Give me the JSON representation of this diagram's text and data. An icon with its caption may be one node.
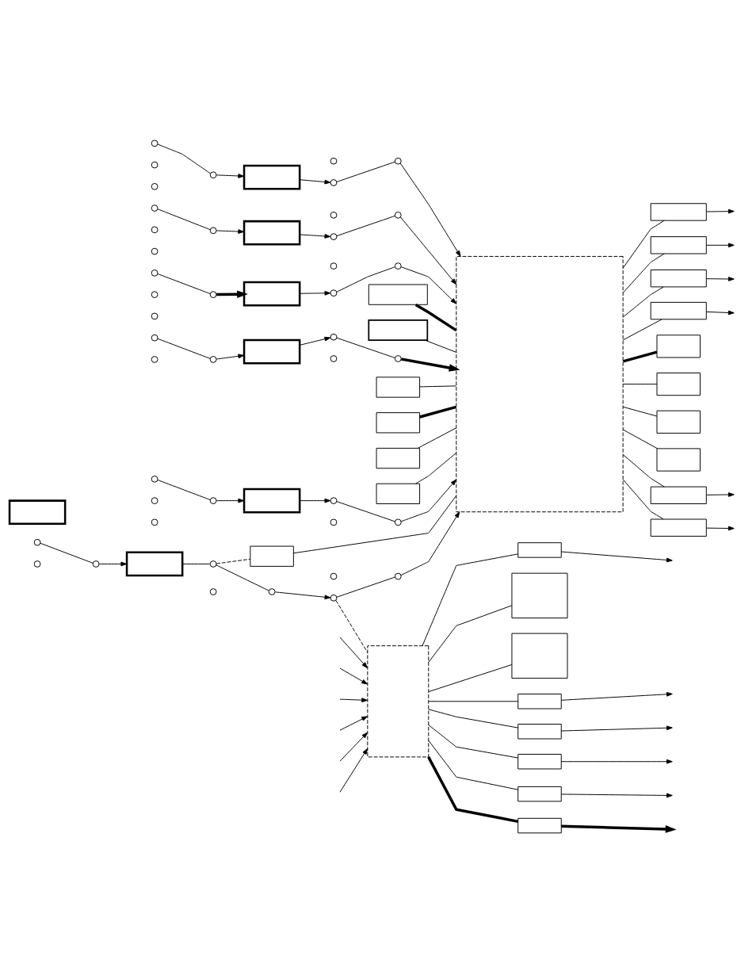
{
  "diagram": {
    "nodes": [
      {
        "text": [],
        "shape": "circle"
      },
      {
        "text": [],
        "shape": "circle"
      },
      {
        "text": [],
        "shape": "circle"
      },
      {
        "text": [],
        "shape": "box"
      },
      {
        "text": [],
        "shape": "box"
      },
      {
        "text": [],
        "shape": "box"
      },
      {
        "text": [],
        "shape": "circle"
      },
      {
        "text": [],
        "shape": "circle"
      },
      {
        "text": [],
        "shape": "circle"
      },
      {
        "text": [],
        "shape": "box"
      },
      {
        "text": [],
        "shape": "box"
      },
      {
        "text": [],
        "shape": "box"
      },
      {
        "text": [],
        "shape": "box"
      },
      {
        "text": [],
        "shape": "box"
      },
      {
        "text": [],
        "shape": "box"
      },
      {
        "text": [],
        "shape": "circle"
      },
      {
        "text": [],
        "shape": "circle"
      },
      {
        "text": [],
        "shape": "circle"
      },
      {
        "text": [],
        "shape": "box"
      },
      {
        "text": [],
        "shape": "circle"
      },
      {
        "text": [],
        "shape": "circle"
      },
      {
        "text": [],
        "shape": "circle"
      },
      {
        "text": [],
        "shape": "box"
      },
      {
        "text": [],
        "shape": "circle"
      },
      {
        "text": [],
        "shape": "circle"
      },
      {
        "text": [],
        "shape": "circle"
      },
      {
        "text": [],
        "shape": "box"
      },
      {
        "text": [],
        "shape": "box"
      },
      {
        "text": [],
        "shape": "circle"
      },
      {
        "text": [],
        "shape": "circle"
      },
      {
        "text": [],
        "shape": "circle"
      },
      {
        "text": [],
        "shape": "circle"
      },
      {
        "text": [],
        "shape": "box"
      },
      {
        "text": [],
        "shape": "circle"
      },
      {
        "text": [],
        "shape": "circle"
      },
      {
        "text": [],
        "shape": "circle"
      },
      {
        "text": [],
        "shape": "box"
      },
      {
        "text": [],
        "shape": "box"
      },
      {
        "text": [],
        "shape": "circle"
      },
      {
        "text": [],
        "shape": "circle"
      },
      {
        "text": [],
        "shape": "circle"
      },
      {
        "text": [],
        "shape": "circle"
      },
      {
        "text": [],
        "shape": "box"
      },
      {
        "text": [],
        "shape": "circle"
      },
      {
        "text": [],
        "shape": "circle"
      },
      {
        "text": [],
        "shape": "circle"
      },
      {
        "text": [],
        "shape": "box"
      },
      {
        "text": [],
        "shape": "box"
      },
      {
        "text": [],
        "shape": "circle"
      },
      {
        "text": [],
        "shape": "circle"
      },
      {
        "text": [],
        "shape": "circle"
      },
      {
        "text": [],
        "shape": "circle"
      },
      {
        "text": [],
        "shape": "box"
      },
      {
        "text": [],
        "shape": "circle"
      },
      {
        "text": [],
        "shape": "circle"
      },
      {
        "text": [],
        "shape": "circle"
      },
      {
        "text": [],
        "shape": "circle"
      },
      {
        "text": [],
        "shape": "circle"
      },
      {
        "text": [],
        "shape": "circle"
      },
      {
        "text": [],
        "shape": "circle"
      },
      {
        "text": [],
        "shape": "box"
      },
      {
        "text": [],
        "shape": "circle"
      },
      {
        "text": [],
        "shape": "circle"
      },
      {
        "text": [],
        "shape": "circle"
      },
      {
        "text": [],
        "shape": "box"
      },
      {
        "text": [],
        "shape": "box"
      },
      {
        "text": [],
        "shape": "box"
      },
      {
        "text": [],
        "shape": "box"
      },
      {
        "text": [],
        "shape": "box"
      },
      {
        "text": [],
        "shape": "box"
      },
      {
        "text": [],
        "shape": "box"
      },
      {
        "text": [],
        "shape": "box"
      },
      {
        "text": [],
        "shape": "box"
      },
      {
        "text": [],
        "shape": "box"
      },
      {
        "text": [],
        "shape": "box"
      },
      {
        "text": [],
        "shape": "box"
      },
      {
        "text": [],
        "shape": "box"
      }
    ],
    "edges": [
      {
        "from": 0,
        "to": 2,
        "arrow": "none"
      },
      {
        "from": 2,
        "to": 3,
        "arrow": "to"
      },
      {
        "from": 3,
        "to": 6,
        "arrow": "none"
      },
      {
        "from": 6,
        "to": 8,
        "arrow": "none"
      },
      {
        "from": 6,
        "to": 10,
        "arrow": "none",
        "style": "dashed"
      },
      {
        "from": 8,
        "to": 15,
        "arrow": "to"
      },
      {
        "from": 15,
        "to": 17,
        "arrow": "none"
      },
      {
        "from": 17,
        "to": 18,
        "arrow": "to"
      },
      {
        "from": 15,
        "to": 68,
        "arrow": "none",
        "style": "dashed"
      },
      {
        "from": 4,
        "to": 18,
        "arrow": "none",
        "style": "thick"
      },
      {
        "from": 5,
        "to": 18,
        "arrow": "none"
      },
      {
        "from": 10,
        "to": 18,
        "arrow": "none"
      },
      {
        "from": 11,
        "to": 18,
        "arrow": "none"
      },
      {
        "from": 12,
        "to": 18,
        "arrow": "none",
        "style": "thick"
      },
      {
        "from": 13,
        "to": 18,
        "arrow": "none"
      },
      {
        "from": 14,
        "to": 18,
        "arrow": "none"
      },
      {
        "from": 19,
        "to": 21,
        "arrow": "none"
      },
      {
        "from": 21,
        "to": 22,
        "arrow": "to"
      },
      {
        "from": 22,
        "to": 23,
        "arrow": "to"
      },
      {
        "from": 23,
        "to": 25,
        "arrow": "none"
      },
      {
        "from": 25,
        "to": 18,
        "arrow": "to",
        "style": "thick"
      },
      {
        "from": 18,
        "to": 26,
        "arrow": "none"
      },
      {
        "from": 26,
        "to": null,
        "arrow": "to"
      },
      {
        "from": 18,
        "to": 27,
        "arrow": "none"
      },
      {
        "from": 27,
        "to": null,
        "arrow": "to"
      },
      {
        "from": 28,
        "to": 31,
        "arrow": "none"
      },
      {
        "from": 31,
        "to": 32,
        "arrow": "to"
      },
      {
        "from": 32,
        "to": 33,
        "arrow": "to"
      },
      {
        "from": 33,
        "to": 35,
        "arrow": "none"
      },
      {
        "from": 35,
        "to": 18,
        "arrow": "to"
      },
      {
        "from": 18,
        "to": 36,
        "arrow": "none"
      },
      {
        "from": 36,
        "to": null,
        "arrow": "to"
      },
      {
        "from": 18,
        "to": 37,
        "arrow": "none"
      },
      {
        "from": 37,
        "to": null,
        "arrow": "to"
      },
      {
        "from": 38,
        "to": 41,
        "arrow": "none"
      },
      {
        "from": 41,
        "to": 42,
        "arrow": "to"
      },
      {
        "from": 42,
        "to": 43,
        "arrow": "to"
      },
      {
        "from": 43,
        "to": 45,
        "arrow": "none"
      },
      {
        "from": 45,
        "to": 18,
        "arrow": "to"
      },
      {
        "from": 18,
        "to": 46,
        "arrow": "none"
      },
      {
        "from": 46,
        "to": null,
        "arrow": "to"
      },
      {
        "from": 18,
        "to": 47,
        "arrow": "none"
      },
      {
        "from": 47,
        "to": null,
        "arrow": "to"
      },
      {
        "from": 48,
        "to": 51,
        "arrow": "none"
      },
      {
        "from": 51,
        "to": 52,
        "arrow": "to"
      },
      {
        "from": 52,
        "to": 53,
        "arrow": "to"
      },
      {
        "from": 53,
        "to": 55,
        "arrow": "none"
      },
      {
        "from": 55,
        "to": 18,
        "arrow": "to"
      },
      {
        "from": 56,
        "to": 59,
        "arrow": "none"
      },
      {
        "from": 59,
        "to": 60,
        "arrow": "to",
        "style": "thick"
      },
      {
        "from": 60,
        "to": 61,
        "arrow": "to"
      },
      {
        "from": 61,
        "to": 63,
        "arrow": "none"
      },
      {
        "from": 63,
        "to": 18,
        "arrow": "to"
      },
      {
        "from": 18,
        "to": 64,
        "arrow": "none",
        "style": "thick"
      },
      {
        "from": 18,
        "to": 65,
        "arrow": "none"
      },
      {
        "from": 18,
        "to": 66,
        "arrow": "none"
      },
      {
        "from": 18,
        "to": 67,
        "arrow": "none"
      },
      {
        "from": null,
        "to": 68,
        "arrow": "to"
      },
      {
        "from": null,
        "to": 68,
        "arrow": "to"
      },
      {
        "from": null,
        "to": 68,
        "arrow": "to"
      },
      {
        "from": null,
        "to": 68,
        "arrow": "to"
      },
      {
        "from": null,
        "to": 68,
        "arrow": "to"
      },
      {
        "from": null,
        "to": 68,
        "arrow": "to"
      },
      {
        "from": 68,
        "to": 69,
        "arrow": "none"
      },
      {
        "from": 69,
        "to": null,
        "arrow": "to"
      },
      {
        "from": 68,
        "to": 70,
        "arrow": "none"
      },
      {
        "from": 70,
        "to": null,
        "arrow": "to"
      },
      {
        "from": 68,
        "to": 71,
        "arrow": "none"
      },
      {
        "from": 71,
        "to": null,
        "arrow": "to"
      },
      {
        "from": 68,
        "to": 72,
        "arrow": "none"
      },
      {
        "from": 72,
        "to": null,
        "arrow": "to"
      },
      {
        "from": 68,
        "to": 73,
        "arrow": "none",
        "style": "thick"
      },
      {
        "from": 73,
        "to": null,
        "arrow": "to",
        "style": "thick"
      },
      {
        "from": 68,
        "to": 74,
        "arrow": "none"
      },
      {
        "from": 74,
        "to": null,
        "arrow": "to"
      },
      {
        "from": 68,
        "to": 75,
        "arrow": "none"
      },
      {
        "from": 68,
        "to": 76,
        "arrow": "none"
      }
    ]
  }
}
